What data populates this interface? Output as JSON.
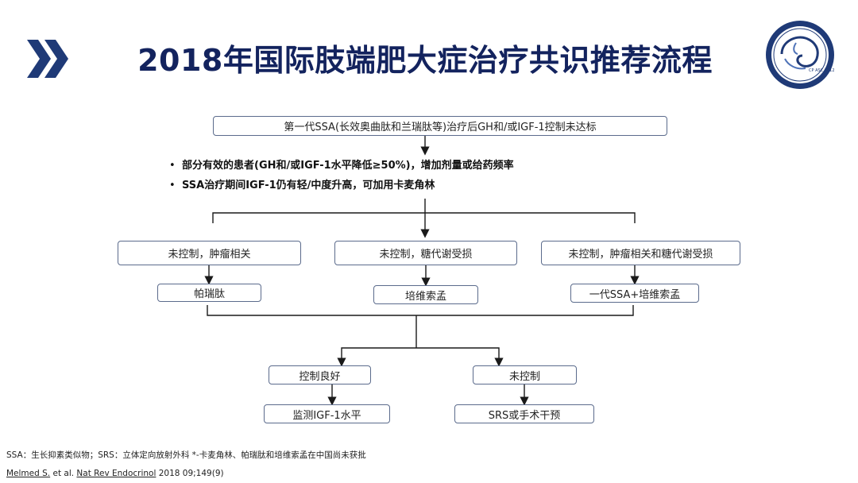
{
  "header": {
    "title": "2018年国际肢端肥大症治疗共识推荐流程",
    "logo_text": "CP ASC 2012",
    "chevron_color": "#1f3a77"
  },
  "diagram": {
    "start_box": "第一代SSA(长效奥曲肽和兰瑞肽等)治疗后GH和/或IGF-1控制未达标",
    "bullets": [
      "部分有效的患者(GH和/或IGF-1水平降低≥50%)，增加剂量或给药频率",
      "SSA治疗期间IGF-1仍有轻/中度升高，可加用卡麦角林"
    ],
    "branches": [
      {
        "condition": "未控制，肿瘤相关",
        "treatment": "帕瑞肽"
      },
      {
        "condition": "未控制，糖代谢受损",
        "treatment": "培维索孟"
      },
      {
        "condition": "未控制，肿瘤相关和糖代谢受损",
        "treatment": "一代SSA+培维索孟"
      }
    ],
    "outcomes": [
      {
        "result": "控制良好",
        "action": "监测IGF-1水平"
      },
      {
        "result": "未控制",
        "action": "SRS或手术干预"
      }
    ],
    "line_color": "#1a1a1a",
    "box_border_color": "#5b6b8c"
  },
  "footer": {
    "abbreviations": "SSA：生长抑素类似物；SRS：立体定向放射外科    *-卡麦角林、帕瑞肽和培维索孟在中国尚未获批",
    "reference": {
      "authors": "Melmed S.",
      "etal": " et al. ",
      "journal": "Nat Rev Endocrinol",
      "details": " 2018 09;149(9)"
    }
  }
}
